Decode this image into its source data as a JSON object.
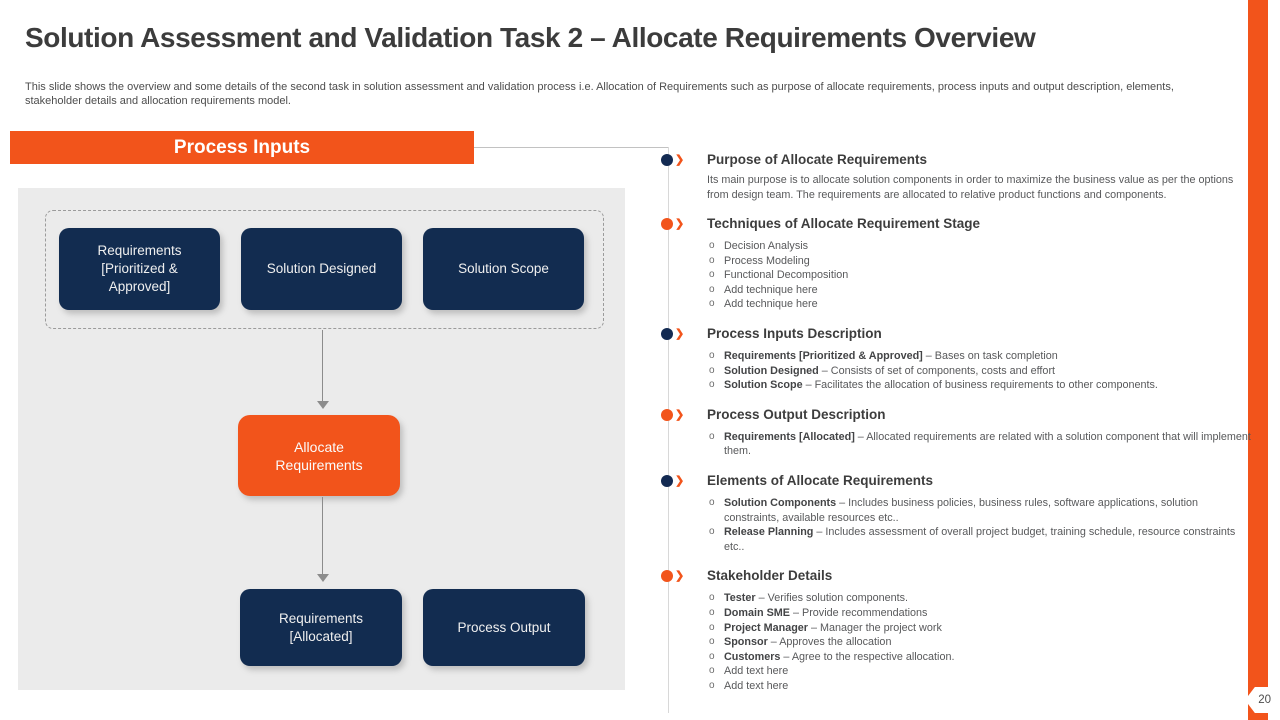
{
  "page": {
    "title": "Solution Assessment and Validation Task 2 – Allocate Requirements Overview",
    "subtitle": "This slide shows the overview and some details of the second task in solution assessment and validation process i.e. Allocation of Requirements such as purpose of allocate requirements, process inputs and output description, elements, stakeholder details and allocation requirements model.",
    "page_number": "20"
  },
  "colors": {
    "accent_orange": "#F2541B",
    "navy": "#122C50",
    "panel_gray": "#EBEBEB"
  },
  "bullets": {
    "sub": "o",
    "chevron": "❯"
  },
  "process_inputs": {
    "banner_label": "Process Inputs",
    "top_row": {
      "0": "Requirements [Prioritized & Approved]",
      "1": "Solution Designed",
      "2": "Solution Scope"
    },
    "middle_node": "Allocate Requirements",
    "bottom_row": {
      "0": "Requirements [Allocated]",
      "1": "Process Output"
    }
  },
  "sections": [
    {
      "title": "Purpose of Allocate Requirements",
      "paragraph": "Its main purpose is to allocate solution components in order to maximize the business value as per the options from design team. The requirements are allocated to relative product functions and components."
    },
    {
      "title": "Techniques of Allocate Requirement Stage",
      "items": [
        {
          "term": "",
          "rest": "Decision Analysis"
        },
        {
          "term": "",
          "rest": "Process Modeling"
        },
        {
          "term": "",
          "rest": "Functional Decomposition"
        },
        {
          "term": "",
          "rest": "Add technique here"
        },
        {
          "term": "",
          "rest": "Add technique here"
        }
      ]
    },
    {
      "title": "Process Inputs Description",
      "items": [
        {
          "term": "Requirements [Prioritized & Approved]",
          "rest": " – Bases on task completion"
        },
        {
          "term": "Solution Designed",
          "rest": " – Consists of set of components, costs and effort"
        },
        {
          "term": "Solution Scope",
          "rest": " – Facilitates the allocation of business requirements to other components."
        }
      ]
    },
    {
      "title": "Process Output Description",
      "items": [
        {
          "term": "Requirements [Allocated]",
          "rest": " – Allocated requirements are related with a solution component that will implement them."
        }
      ]
    },
    {
      "title": "Elements of Allocate Requirements",
      "items": [
        {
          "term": "Solution Components",
          "rest": " – Includes business policies, business rules, software applications, solution constraints, available resources etc.."
        },
        {
          "term": "Release Planning",
          "rest": " – Includes assessment of overall project budget, training schedule, resource constraints etc.."
        }
      ]
    },
    {
      "title": "Stakeholder Details",
      "items": [
        {
          "term": "Tester",
          "rest": " – Verifies solution components."
        },
        {
          "term": "Domain SME",
          "rest": " – Provide recommendations"
        },
        {
          "term": "Project Manager",
          "rest": " – Manager the project work"
        },
        {
          "term": "Sponsor",
          "rest": " – Approves the allocation"
        },
        {
          "term": "Customers",
          "rest": " – Agree to the respective allocation."
        },
        {
          "term": "",
          "rest": "Add text here"
        },
        {
          "term": "",
          "rest": "Add text here"
        }
      ]
    }
  ]
}
